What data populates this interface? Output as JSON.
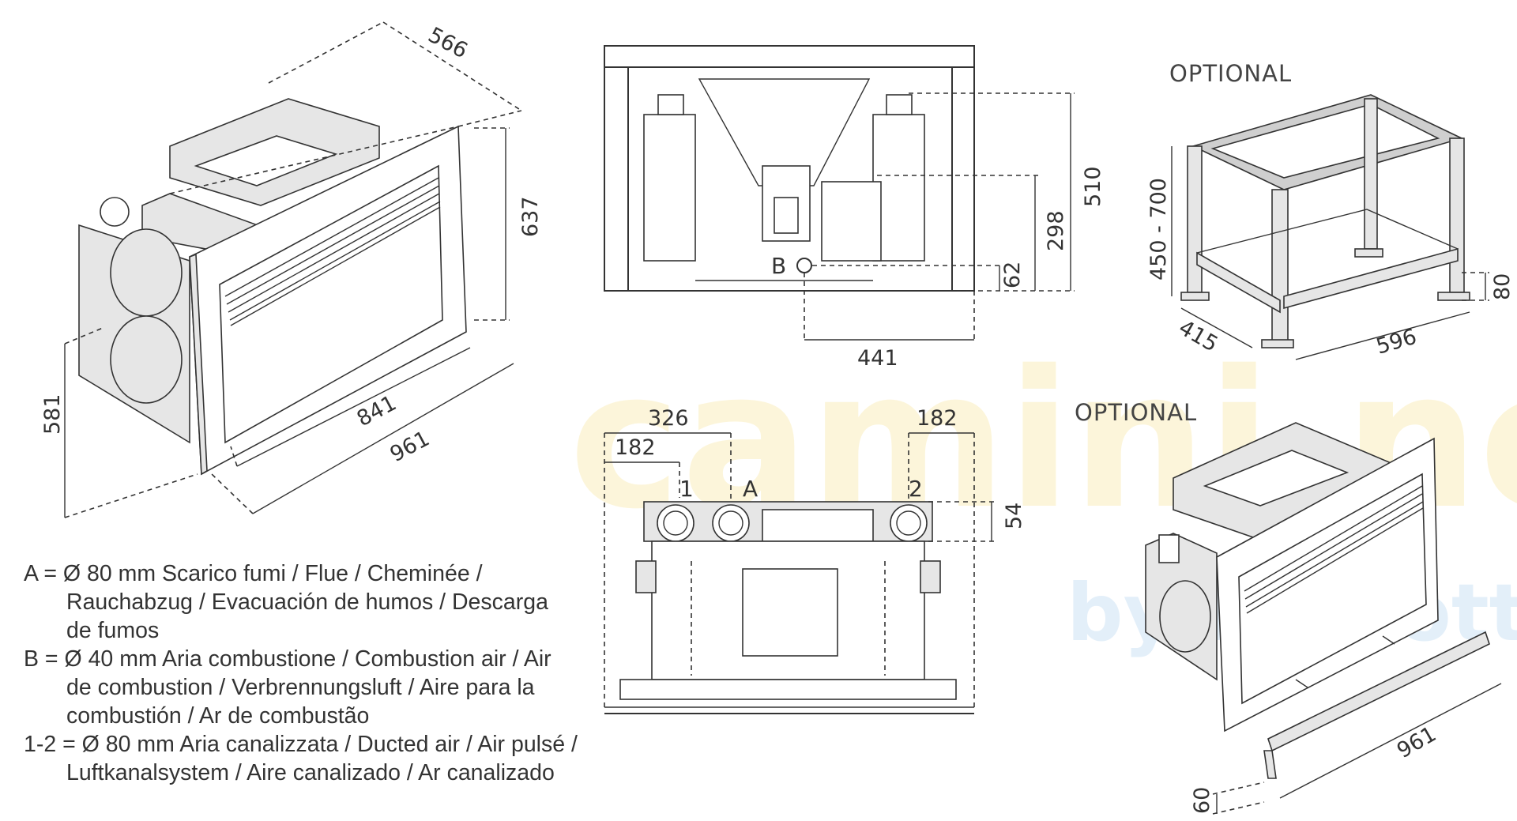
{
  "watermark": {
    "text": "camini.net",
    "subtext": "by barzotti"
  },
  "dimensions": {
    "d566": "566",
    "d637": "637",
    "d581": "581",
    "d841": "841",
    "d961": "961",
    "d510": "510",
    "d298": "298",
    "d62": "62",
    "d441": "441",
    "d326": "326",
    "d182_left": "182",
    "d182_right": "182",
    "d54": "54",
    "d450_700": "450 - 700",
    "d80": "80",
    "d415": "415",
    "d596": "596",
    "d961_frame": "961",
    "d60": "60"
  },
  "labels": {
    "optional_top": "OPTIONAL",
    "optional_bottom": "OPTIONAL",
    "port_b": "B",
    "port_1": "1",
    "port_a": "A",
    "port_2": "2"
  },
  "legend": {
    "a_key": "A = ",
    "a_line1": "Ø 80 mm  Scarico fumi / Flue / Cheminée /",
    "a_line2": "Rauchabzug / Evacuación de humos / Descarga",
    "a_line3": "de fumos",
    "b_key": "B = ",
    "b_line1": "Ø 40 mm  Aria combustione / Combustion air / Air",
    "b_line2": "de combustion / Verbrennungsluft  / Aire para la",
    "b_line3": "combustión / Ar de combustão",
    "c_key": "1-2 = ",
    "c_line1": "Ø 80 mm  Aria canalizzata / Ducted air / Air pulsé /",
    "c_line2": "Luftkanalsystem / Aire canalizado / Ar canalizado"
  }
}
